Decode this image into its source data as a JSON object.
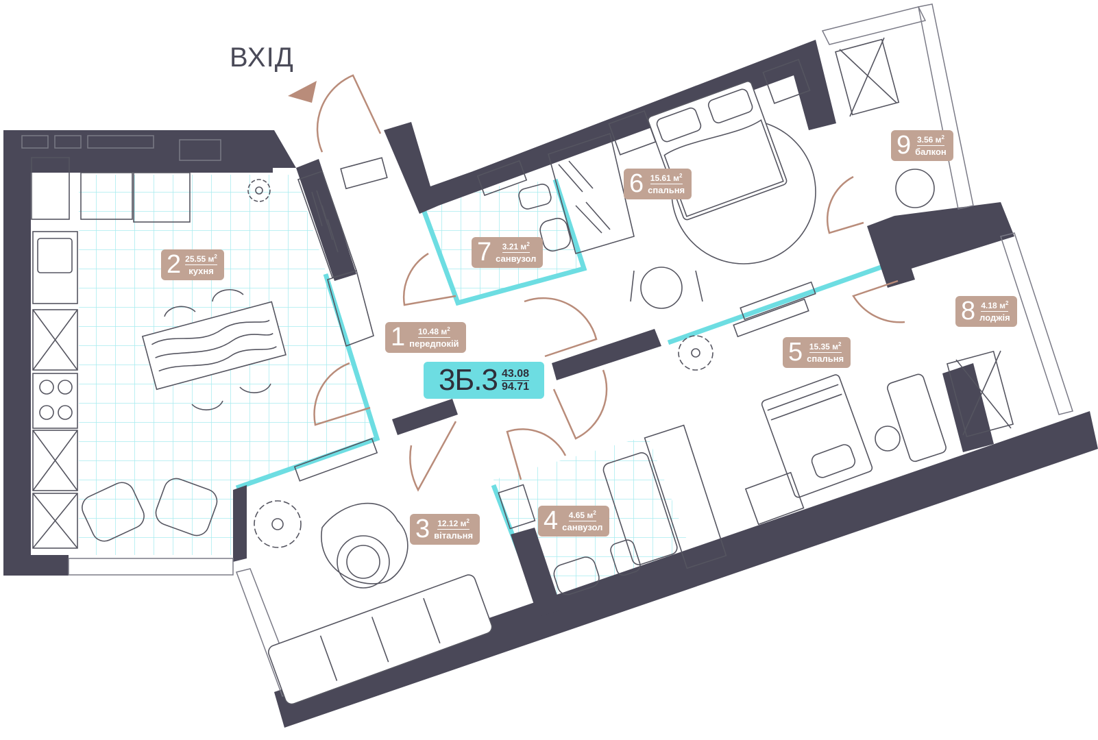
{
  "entrance": {
    "label": "ВХІД"
  },
  "apartment": {
    "code": "3Б.3",
    "area_living": "43.08",
    "area_total": "94.71"
  },
  "units": {
    "sqm": "м",
    "sq_exp": "2"
  },
  "rooms": [
    {
      "num": "1",
      "area": "10.48",
      "name": "передпокій"
    },
    {
      "num": "2",
      "area": "25.55",
      "name": "кухня"
    },
    {
      "num": "3",
      "area": "12.12",
      "name": "вітальня"
    },
    {
      "num": "4",
      "area": "4.65",
      "name": "санвузол"
    },
    {
      "num": "5",
      "area": "15.35",
      "name": "спальня"
    },
    {
      "num": "6",
      "area": "15.61",
      "name": "спальня"
    },
    {
      "num": "7",
      "area": "3.21",
      "name": "санвузол"
    },
    {
      "num": "8",
      "area": "4.18",
      "name": "лоджія"
    },
    {
      "num": "9",
      "area": "3.56",
      "name": "балкон"
    }
  ],
  "colors": {
    "wall": "#4a4858",
    "tile_outline": "#6ddde2",
    "tile_grid": "#a6ecef",
    "door": "#b98c7a",
    "room_label_bg": "#c1a394",
    "badge_bg": "#6ddde2",
    "furniture": "#555560"
  },
  "icons": [
    "entrance-arrow-icon",
    "door-swing-icon",
    "plant-icon",
    "bed-icon",
    "armchair-icon",
    "sofa-icon",
    "bathtub-icon",
    "sink-icon",
    "stove-icon",
    "table-icon"
  ]
}
